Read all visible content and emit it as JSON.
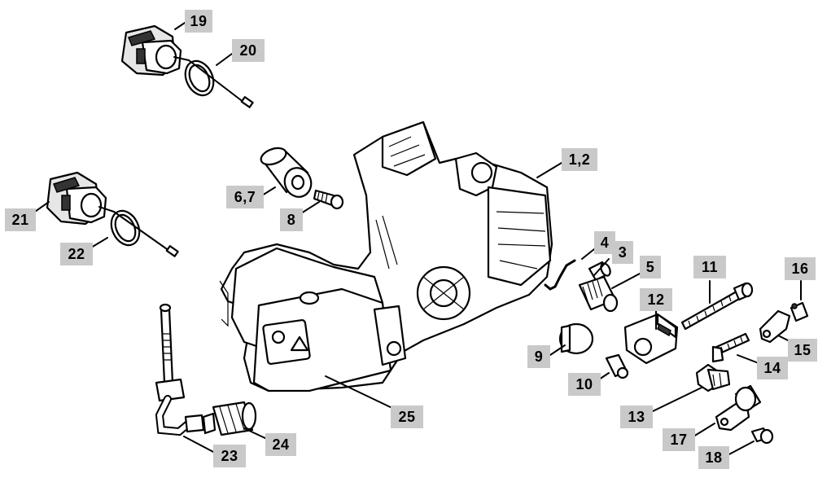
{
  "callouts": [
    {
      "id": "19",
      "label": "19"
    },
    {
      "id": "20",
      "label": "20"
    },
    {
      "id": "1-2",
      "label": "1,2"
    },
    {
      "id": "6-7",
      "label": "6,7"
    },
    {
      "id": "8",
      "label": "8"
    },
    {
      "id": "21",
      "label": "21"
    },
    {
      "id": "22",
      "label": "22"
    },
    {
      "id": "4",
      "label": "4"
    },
    {
      "id": "3",
      "label": "3"
    },
    {
      "id": "5",
      "label": "5"
    },
    {
      "id": "11",
      "label": "11"
    },
    {
      "id": "16",
      "label": "16"
    },
    {
      "id": "12",
      "label": "12"
    },
    {
      "id": "15",
      "label": "15"
    },
    {
      "id": "9",
      "label": "9"
    },
    {
      "id": "14",
      "label": "14"
    },
    {
      "id": "10",
      "label": "10"
    },
    {
      "id": "25",
      "label": "25"
    },
    {
      "id": "13",
      "label": "13"
    },
    {
      "id": "17",
      "label": "17"
    },
    {
      "id": "23",
      "label": "23"
    },
    {
      "id": "24",
      "label": "24"
    },
    {
      "id": "18",
      "label": "18"
    }
  ]
}
